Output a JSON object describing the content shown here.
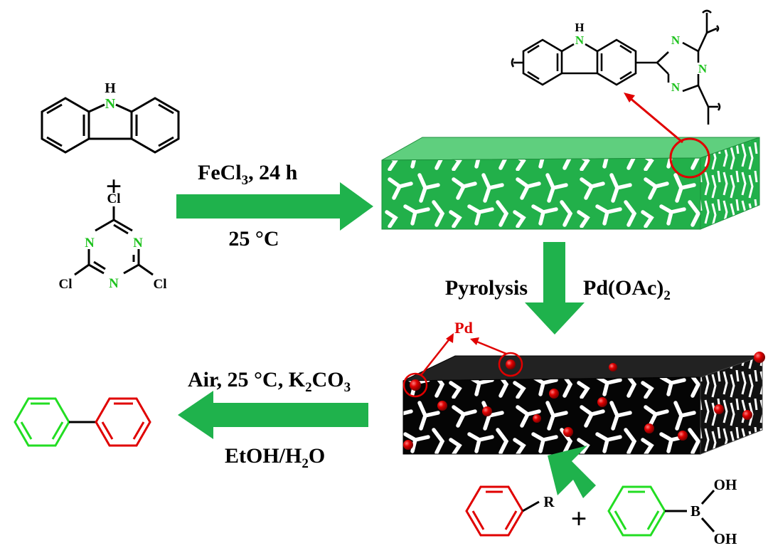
{
  "step1": {
    "reagent_main": "FeCl",
    "reagent_sub": "3",
    "reagent_tail": ", 24 h",
    "temperature": "25 °C"
  },
  "step2": {
    "left": "Pyrolysis",
    "right_main": "Pd(OAc)",
    "right_sub": "2"
  },
  "step3": {
    "top_a": "Air, 25 °C, K",
    "top_sub1": "2",
    "top_b": "CO",
    "top_sub2": "3",
    "bottom_a": "EtOH/H",
    "bottom_sub": "2",
    "bottom_b": "O"
  },
  "labels": {
    "pd": "Pd",
    "plus": "+"
  },
  "atoms": {
    "h": "H",
    "n": "N",
    "cl": "Cl",
    "r": "R",
    "b": "B",
    "oh": "OH"
  },
  "colors": {
    "green": "#1fb24c",
    "bright_green": "#22dd22",
    "red": "#e00000",
    "black": "#000000",
    "arrow": "#1fb24c"
  }
}
